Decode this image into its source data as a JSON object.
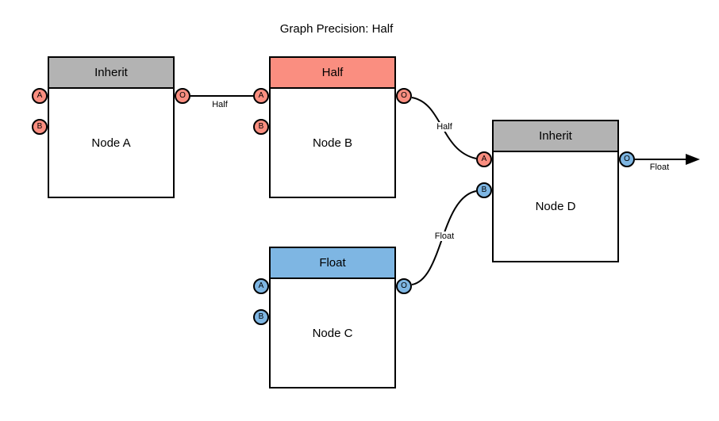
{
  "title": "Graph Precision: Half",
  "colors": {
    "inherit_header": "#b3b3b3",
    "half_red": "#fa8e80",
    "float_blue": "#7eb6e3",
    "edge_stroke": "#000000",
    "node_background": "#ffffff"
  },
  "nodes": [
    {
      "name": "Node A",
      "header": {
        "label": "Inherit",
        "color": "#b3b3b3"
      },
      "ports": [
        {
          "letter": "A",
          "color": "#fa8e80"
        },
        {
          "letter": "B",
          "color": "#fa8e80"
        },
        {
          "letter": "O",
          "color": "#fa8e80"
        }
      ]
    },
    {
      "name": "Node B",
      "header": {
        "label": "Half",
        "color": "#fa8e80"
      },
      "ports": [
        {
          "letter": "A",
          "color": "#fa8e80"
        },
        {
          "letter": "B",
          "color": "#fa8e80"
        },
        {
          "letter": "O",
          "color": "#fa8e80"
        }
      ]
    },
    {
      "name": "Node C",
      "header": {
        "label": "Float",
        "color": "#7eb6e3"
      },
      "ports": [
        {
          "letter": "A",
          "color": "#7eb6e3"
        },
        {
          "letter": "B",
          "color": "#7eb6e3"
        },
        {
          "letter": "O",
          "color": "#7eb6e3"
        }
      ]
    },
    {
      "name": "Node D",
      "header": {
        "label": "Inherit",
        "color": "#b3b3b3"
      },
      "ports": [
        {
          "letter": "A",
          "color": "#fa8e80"
        },
        {
          "letter": "B",
          "color": "#7eb6e3"
        },
        {
          "letter": "O",
          "color": "#7eb6e3"
        }
      ]
    }
  ],
  "edges": [
    {
      "from": "Node A:O",
      "to": "Node B:A",
      "label": "Half"
    },
    {
      "from": "Node B:O",
      "to": "Node D:A",
      "label": "Half"
    },
    {
      "from": "Node C:O",
      "to": "Node D:B",
      "label": "Float"
    },
    {
      "from": "Node D:O",
      "to": "output-arrow",
      "label": "Float"
    }
  ]
}
